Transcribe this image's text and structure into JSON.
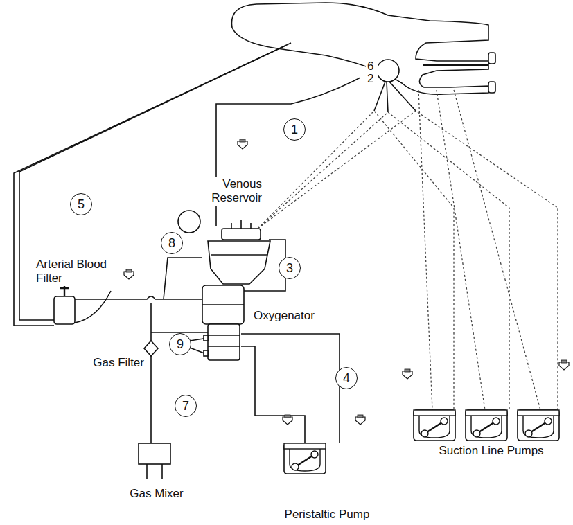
{
  "diagram": {
    "nodes": [
      {
        "text": [
          "1"
        ]
      },
      {
        "text": [
          "5"
        ]
      },
      {
        "text": [
          "8"
        ]
      },
      {
        "text": [
          "3"
        ]
      },
      {
        "text": [
          "9"
        ]
      },
      {
        "text": [
          "4"
        ]
      },
      {
        "text": [
          "7"
        ]
      }
    ],
    "labels": [
      "Venous Reservoir",
      "6",
      "2",
      "Arterial Blood Filter",
      "Oxygenator",
      "Gas Filter",
      "Gas Mixer",
      "Peristaltic Pump",
      "Suction Line Pumps"
    ]
  }
}
